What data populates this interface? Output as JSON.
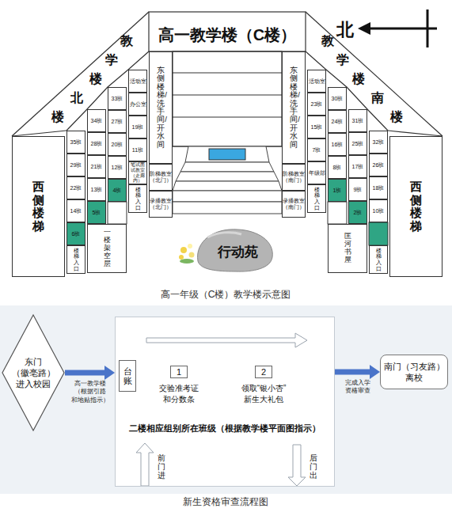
{
  "diagram": {
    "nodes": [
      {
        "text": [
          "高一教学楼（C楼）"
        ]
      },
      {
        "text": [
          "西侧楼梯"
        ]
      },
      {
        "text": [
          "35班"
        ]
      },
      {
        "text": [
          "29班"
        ]
      },
      {
        "text": [
          "22班"
        ]
      },
      {
        "text": [
          "14班"
        ]
      },
      {
        "text": [
          "6班"
        ]
      },
      {
        "text": [
          "楼梯入口"
        ]
      },
      {
        "text": [
          "34班"
        ]
      },
      {
        "text": [
          "28班"
        ]
      },
      {
        "text": [
          "21班"
        ]
      },
      {
        "text": [
          "13班"
        ]
      },
      {
        "text": [
          "5班"
        ]
      },
      {
        "text": [
          "一楼架空层"
        ]
      },
      {
        "text": [
          "33班"
        ]
      },
      {
        "text": [
          "27班"
        ]
      },
      {
        "text": [
          "20班"
        ]
      },
      {
        "text": [
          "12班"
        ]
      },
      {
        "text": [
          "4班"
        ]
      },
      {
        "text": [
          "活动室"
        ]
      },
      {
        "text": [
          "办公室"
        ]
      },
      {
        "text": [
          "19班"
        ]
      },
      {
        "text": [
          "11班"
        ]
      },
      {
        "text": [
          "笔试面试教室（走廊内）"
        ]
      },
      {
        "text": [
          "楼梯入口"
        ]
      },
      {
        "text": [
          "东侧楼梯/洗手间/开水间"
        ]
      },
      {
        "text": [
          "阶梯教室（北门）"
        ]
      },
      {
        "text": [
          "录播教室（北门）"
        ]
      },
      {
        "text": [
          "东侧楼梯/洗手间/开水间"
        ]
      },
      {
        "text": [
          "阶梯教室（南门）"
        ]
      },
      {
        "text": [
          "录播教室（南门）"
        ]
      },
      {
        "text": [
          "活动室"
        ]
      },
      {
        "text": [
          "23班"
        ]
      },
      {
        "text": [
          "15班"
        ]
      },
      {
        "text": [
          "7班"
        ]
      },
      {
        "text": [
          "年级部"
        ]
      },
      {
        "text": [
          "楼梯入口"
        ]
      },
      {
        "text": [
          "30班"
        ]
      },
      {
        "text": [
          "24班"
        ]
      },
      {
        "text": [
          "16班"
        ]
      },
      {
        "text": [
          "8班"
        ]
      },
      {
        "text": [
          "1班"
        ]
      },
      {
        "text": [
          "匡河书屋"
        ]
      },
      {
        "text": [
          "31班"
        ]
      },
      {
        "text": [
          "25班"
        ]
      },
      {
        "text": [
          "17班"
        ]
      },
      {
        "text": [
          "9班"
        ]
      },
      {
        "text": [
          "2班"
        ]
      },
      {
        "text": [
          "32班"
        ]
      },
      {
        "text": [
          "26班"
        ]
      },
      {
        "text": [
          "18班"
        ]
      },
      {
        "text": [
          "10班"
        ]
      },
      {
        "text": [
          "楼梯入口"
        ]
      },
      {
        "text": [
          "西侧楼梯"
        ]
      },
      {
        "text": [
          "东门 （徽亳路） 进入校园"
        ]
      },
      {
        "text": [
          "二楼相应组别所在班级（根据教学楼平面图指示）"
        ]
      },
      {
        "text": [
          "台账"
        ],
        "in": 55
      },
      {
        "text": [
          "1",
          "交验准考证 和分数条"
        ],
        "in": 55
      },
      {
        "text": [
          "2",
          "领取“银小杏” 新生大礼包"
        ],
        "in": 55
      },
      {
        "text": [
          "南门（习友路） 离校"
        ]
      }
    ],
    "edges": [
      {
        "from": 54,
        "to": 55,
        "arrow": "to",
        "label": "高一教学楼 （根据引路 和地贴指示）"
      },
      {
        "from": 55,
        "to": 59,
        "arrow": "to",
        "label": "完成入学 资格审查"
      }
    ],
    "labels": [
      "教",
      "学",
      "楼",
      "北",
      "楼",
      "教",
      "学",
      "楼",
      "南",
      "楼",
      "北",
      "行动苑",
      "高一年级（C楼）教学楼示意图",
      "前门进",
      "后门出",
      "新生资格审查流程图"
    ]
  }
}
